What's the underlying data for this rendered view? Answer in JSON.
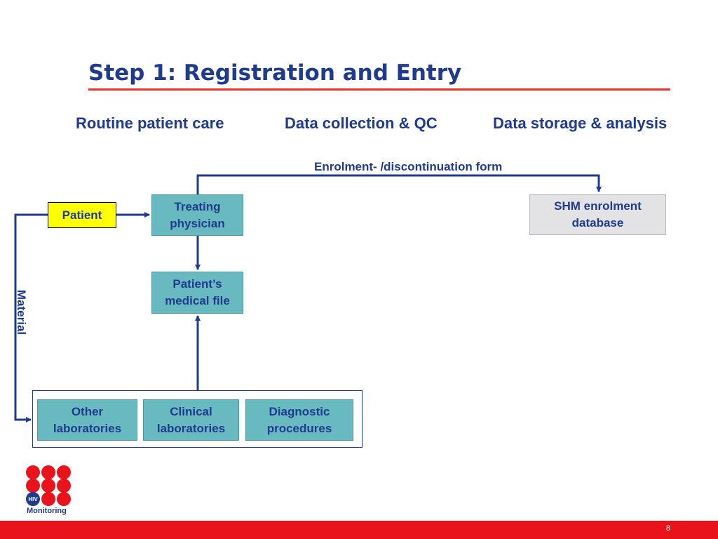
{
  "slide": {
    "title": "Step 1: Registration and Entry",
    "page_number": "8"
  },
  "columns": [
    {
      "label": "Routine patient care"
    },
    {
      "label": "Data collection & QC"
    },
    {
      "label": "Data storage & analysis"
    }
  ],
  "edges": {
    "enrolment_form": "Enrolment- /discontinuation form",
    "material": "Material"
  },
  "nodes": {
    "patient": "Patient",
    "treating_physician": "Treating\nphysician",
    "shm_database": "SHM enrolment\ndatabase",
    "medical_file": "Patient’s\nmedical file",
    "other_labs": "Other\nlaboratories",
    "clinical_labs": "Clinical\nlaboratories",
    "diagnostic": "Diagnostic\nprocedures"
  },
  "logo": {
    "badge": "HIV",
    "text": "Monitoring"
  },
  "colors": {
    "title_blue": "#1f3b8f",
    "accent_red": "#e8322b",
    "footer_red": "#e8131b",
    "box_teal": "#69b9c0",
    "box_yellow": "#ffff00",
    "box_grey": "#e3e3e6"
  }
}
